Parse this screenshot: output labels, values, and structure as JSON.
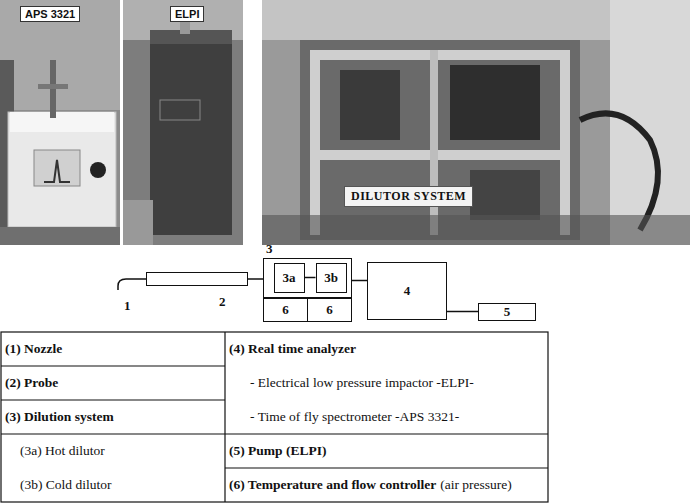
{
  "diagram": {
    "nodes": [
      {
        "text": [
          "2"
        ]
      },
      {
        "text": [
          "3"
        ]
      },
      {
        "text": [
          "3a"
        ],
        "in": 1
      },
      {
        "text": [
          "3b"
        ],
        "in": 1
      },
      {
        "text": [
          "6"
        ]
      },
      {
        "text": [
          "6"
        ]
      },
      {
        "text": [
          "4"
        ]
      },
      {
        "text": [
          "5"
        ]
      }
    ],
    "edges": [
      {
        "from": 0,
        "to": 1,
        "arrow": "none"
      },
      {
        "from": 2,
        "to": 3,
        "arrow": "none"
      },
      {
        "from": 1,
        "to": 6,
        "arrow": "none"
      },
      {
        "from": 6,
        "to": 7,
        "arrow": "none"
      }
    ],
    "labels": [
      "APS 3321",
      "ELPI",
      "DILUTOR SYSTEM",
      "1",
      "(1) Nozzle",
      "(2) Probe",
      "(3) Dilution system",
      "(3a) Hot dilutor",
      "(3b) Cold dilutor",
      "(4) Real time analyzer",
      "- Electrical low pressure impactor -ELPI-",
      "- Time of fly spectrometer -APS 3321-",
      "(5) Pump (ELPI)",
      "(6) Temperature and flow controller",
      "(air pressure)"
    ]
  }
}
